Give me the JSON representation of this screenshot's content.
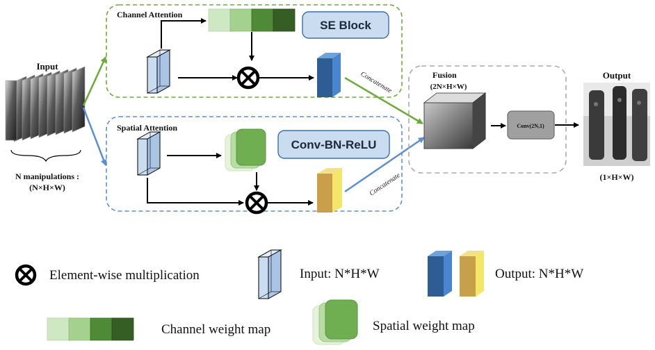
{
  "input": {
    "title": "Input",
    "caption_line1": "N manipulations :",
    "caption_line2": "(N×H×W)"
  },
  "channel_attention": {
    "title": "Channel  Attention",
    "block_label": "SE Block"
  },
  "spatial_attention": {
    "title": "Spatial  Attention",
    "block_label": "Conv-BN-ReLU"
  },
  "concat_label": "Concatenate",
  "fusion": {
    "title": "Fusion",
    "dims": "(2N×H×W)",
    "conv_label": "Conv(2N,1)"
  },
  "output": {
    "title": "Output",
    "dims": "(1×H×W)"
  },
  "legend": {
    "multiplication": "Element-wise multiplication",
    "input": "Input: N*H*W",
    "output": "Output: N*H*W",
    "channel_map": "Channel weight map",
    "spatial_map": "Spatial weight map"
  },
  "colors": {
    "channel_branch": "#6aab3a",
    "spatial_branch": "#5b8fd0",
    "channel_weights": [
      "#cfe8c4",
      "#a5d18f",
      "#4f8a36",
      "#355e25"
    ],
    "block_fill": "#c9dcf0",
    "output_blue": "#3d78bb",
    "output_gold": "#d5b24f"
  }
}
